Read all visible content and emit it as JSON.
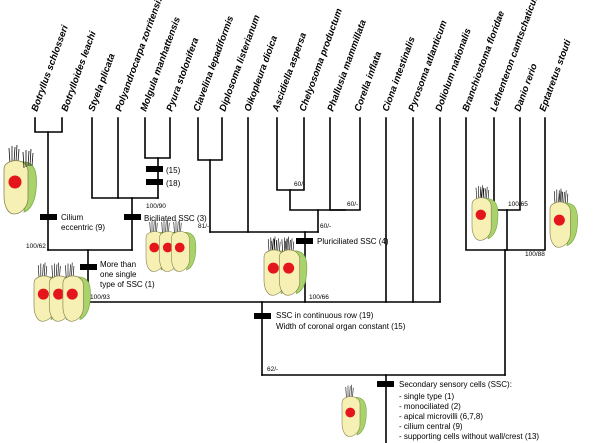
{
  "taxa": [
    "Botryllus schlosseri",
    "Botrylloides leachi",
    "Styela plicata",
    "Polyandrocarpa zorritensis",
    "Molgula manhattensis",
    "Pyura stolonifera",
    "Clavelina lepadiformis",
    "Diplosoma listerianum",
    "Oikopleura dioica",
    "Ascidiella aspersa",
    "Chelyosoma productum",
    "Phallusia mammillata",
    "Corella inflata",
    "Ciona intestinalis",
    "Pyrosoma atlanticum",
    "Doliolum nationalis",
    "Branchiostoma floridae",
    "Lethenteron camtschaticum",
    "Danio rerio",
    "Eptatretus stouti"
  ],
  "support_values": {
    "botryllus_node": "100/62",
    "molgula_node": "100/90",
    "stolidobranch_node": "100/93",
    "clavelina_node": "81/-",
    "chelyosoma_node": "60/-",
    "corella_node": "60/-",
    "phlebobranch_node": "60/-",
    "tunicate_core_node": "100/66",
    "vertebrate_node": "100/65",
    "chordate_outgroup_node": "100/88",
    "tunicata_node": "62/-"
  },
  "characters": {
    "cilium_eccentric": [
      "Cilium",
      "eccentric (9)"
    ],
    "biciliated": "Biciliated SSC (3)",
    "molgula_15": "(15)",
    "molgula_18": "(18)",
    "more_than_one": [
      "More than",
      "one single",
      "type of SSC (1)"
    ],
    "pluriciliated": "Pluriciliated SSC (4)",
    "continuous_row": [
      "SSC in continuous row (19)",
      "Width of coronal organ constant (15)"
    ],
    "secondary_title": "Secondary sensory cells (SSC):",
    "secondary_list": [
      "- single type (1)",
      "- monociliated (2)",
      "- apical microvilli (6,7,8)",
      "- cilium central (9)",
      "- supporting cells without wall/crest (13)"
    ]
  },
  "colors": {
    "cell_fill": "#f6f0b4",
    "cell_stroke": "#8a8554",
    "nucleus": "#e4161b",
    "support_cell": "#a9d36a",
    "support_cell_edge": "#7aa942",
    "branch": "#000000"
  }
}
